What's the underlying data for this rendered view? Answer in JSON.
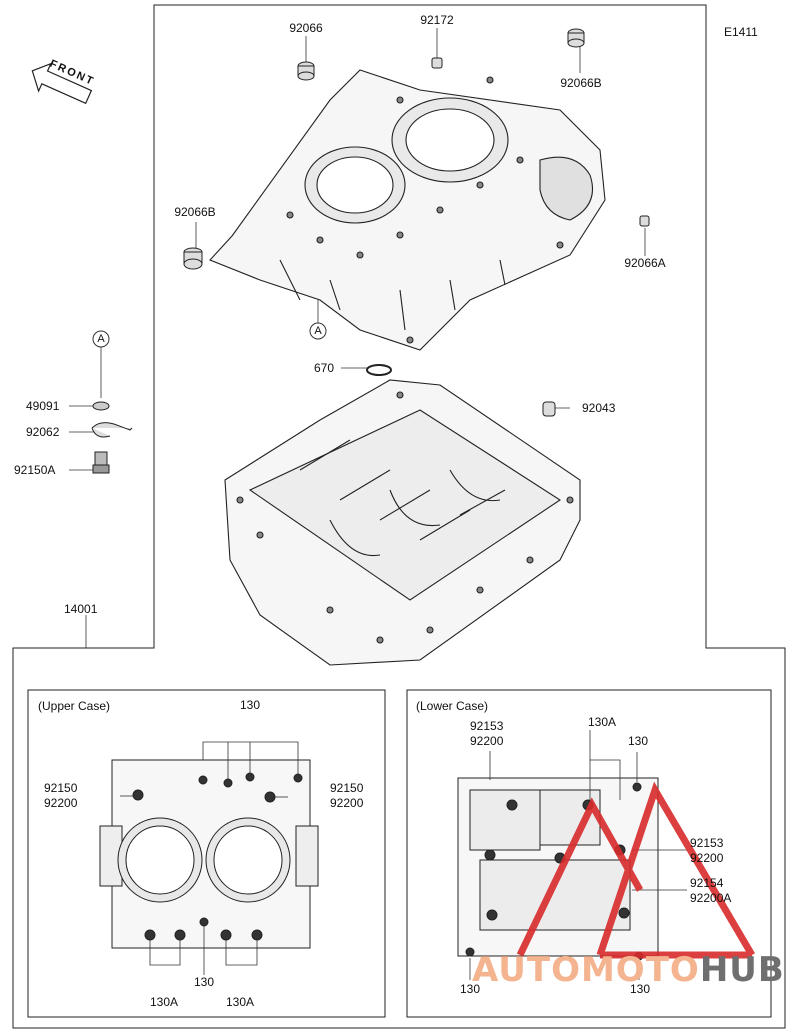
{
  "diagram_code": "E1411",
  "front_label": "FRONT",
  "ref_marker": "A",
  "top_parts": {
    "p92066_top": "92066",
    "p92172": "92172",
    "p92066B_top": "92066B",
    "p92066B_left": "92066B",
    "p92066A": "92066A",
    "p670": "670",
    "p92043": "92043",
    "p49091": "49091",
    "p92062": "92062",
    "p92150A": "92150A",
    "p14001": "14001"
  },
  "upper_case": {
    "title": "(Upper Case)",
    "top_130": "130",
    "left_a": "92150",
    "left_b": "92200",
    "right_a": "92150",
    "right_b": "92200",
    "bottom_130": "130",
    "bottom_130A_left": "130A",
    "bottom_130A_right": "130A"
  },
  "lower_case": {
    "title": "(Lower Case)",
    "top_a": "92153",
    "top_b": "92200",
    "top_130A": "130A",
    "top_130": "130",
    "right1_a": "92153",
    "right1_b": "92200",
    "right2_a": "92154",
    "right2_b": "92200A",
    "bottom_left_130": "130",
    "bottom_right_130": "130"
  },
  "watermark": {
    "part1": "AUTOMOTO",
    "part2": "HUB",
    "color_main": "#f3b48f",
    "color_hub": "#6f6f6f",
    "triangle_color": "#d92b2b"
  }
}
